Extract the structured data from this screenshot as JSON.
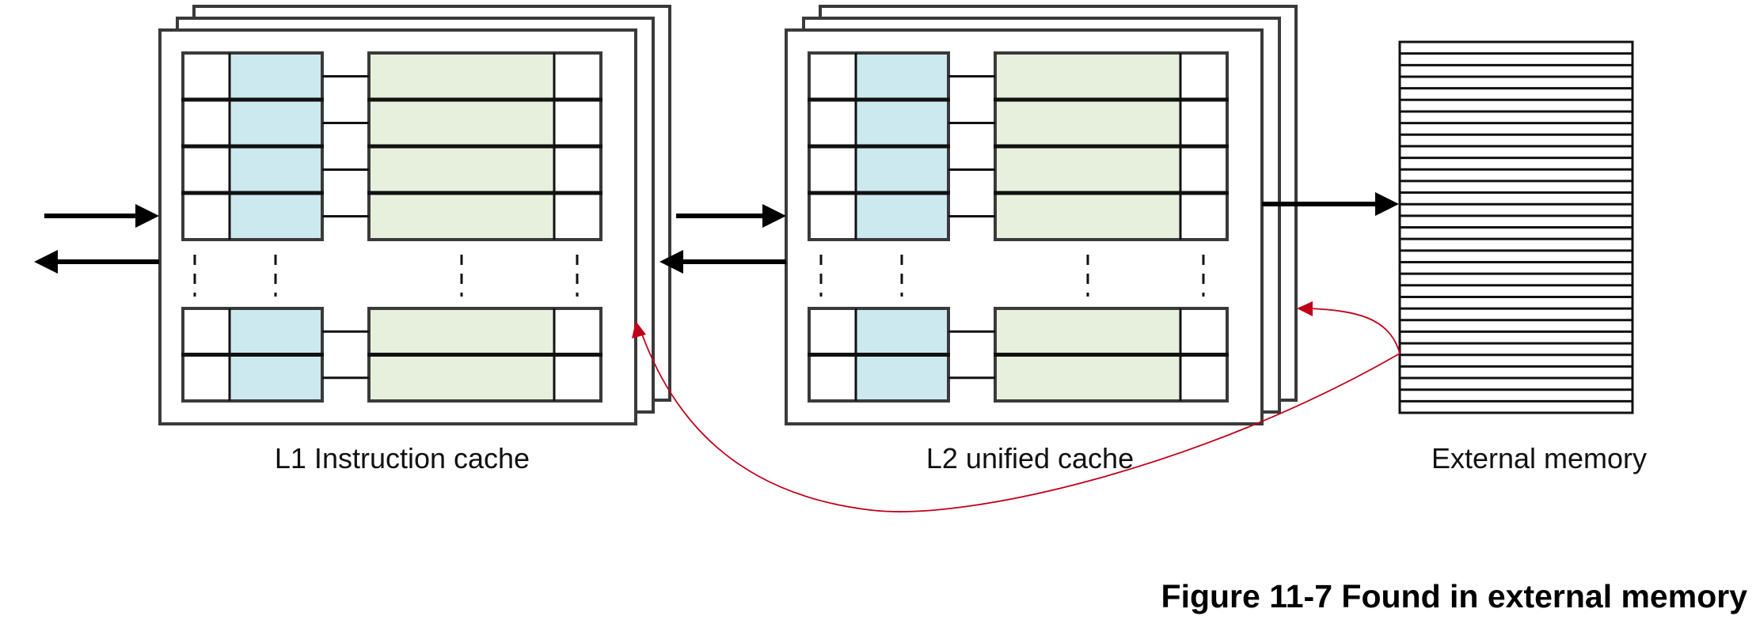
{
  "figure": {
    "caption": "Figure 11-7 Found in external memory"
  },
  "colors": {
    "tag_fill": "#cce9ef",
    "data_fill": "#e6f0dc",
    "frame_stroke": "#3a3a3a",
    "row_stroke": "#111111",
    "arrow": "#000000",
    "lookup_path": "#c0001a"
  },
  "components": {
    "l1": {
      "label": "L1 Instruction cache",
      "upper_rows": 4,
      "lower_rows": 2,
      "stacked_ways": 3
    },
    "l2": {
      "label": "L2 unified cache",
      "upper_rows": 4,
      "lower_rows": 2,
      "stacked_ways": 3
    },
    "external": {
      "label": "External memory",
      "rows": 32
    }
  },
  "connections": [
    {
      "from": "cpu",
      "to": "l1",
      "kind": "request"
    },
    {
      "from": "l1",
      "to": "cpu",
      "kind": "response"
    },
    {
      "from": "l1",
      "to": "l2",
      "kind": "request"
    },
    {
      "from": "l2",
      "to": "l1",
      "kind": "response"
    },
    {
      "from": "l2",
      "to": "external",
      "kind": "request"
    },
    {
      "from": "external",
      "to": "l2",
      "kind": "fill"
    },
    {
      "from": "external",
      "to": "l1",
      "kind": "fill"
    }
  ]
}
